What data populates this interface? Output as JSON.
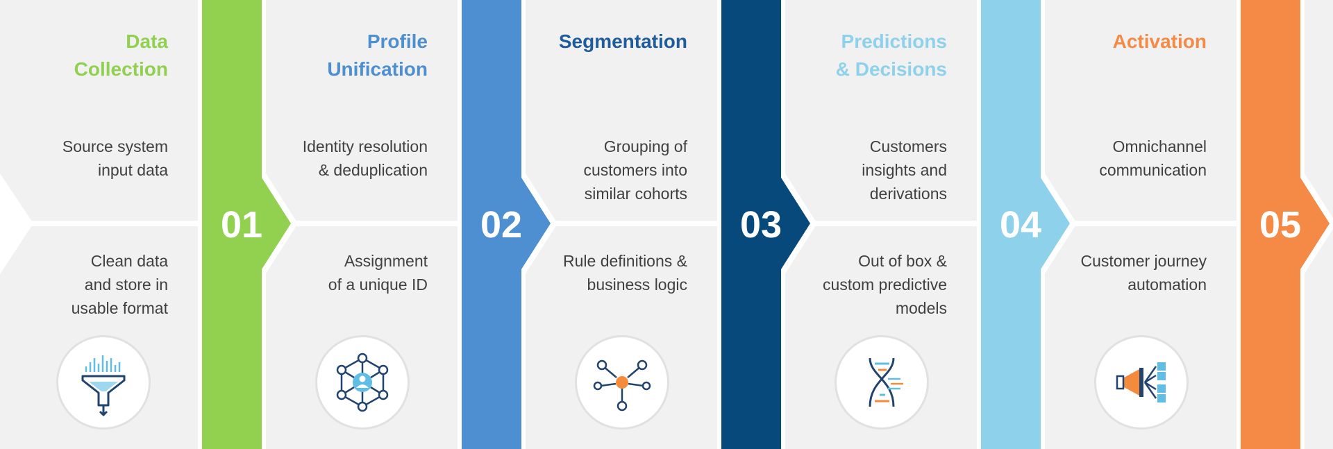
{
  "colors": {
    "panel": "#f1f1f1",
    "divider": "#ffffff",
    "text": "#404040",
    "icon_dark": "#21436e",
    "icon_light": "#5fbde6",
    "icon_orange": "#f48a3c"
  },
  "steps": [
    {
      "number": "01",
      "title_lines": [
        "Data",
        "Collection"
      ],
      "color": "#92d050",
      "title_color": "#92d050",
      "desc_top": "Source system\ninput data",
      "desc_bottom": "Clean data\nand store in\nusable format",
      "icon": "funnel-icon"
    },
    {
      "number": "02",
      "title_lines": [
        "Profile",
        "Unification"
      ],
      "color": "#4d8fd0",
      "title_color": "#4d8fd0",
      "desc_top": "Identity resolution\n& deduplication",
      "desc_bottom": "Assignment\nof a unique ID",
      "icon": "identity-network-icon"
    },
    {
      "number": "03",
      "title_lines": [
        "Segmentation"
      ],
      "color": "#07497b",
      "title_color": "#1f5c9b",
      "desc_top": "Grouping of\ncustomers into\nsimilar cohorts",
      "desc_bottom": "Rule definitions &\nbusiness logic",
      "icon": "segment-nodes-icon"
    },
    {
      "number": "04",
      "title_lines": [
        "Predictions",
        "& Decisions"
      ],
      "color": "#8ed1ea",
      "title_color": "#8ed1ea",
      "desc_top": "Customers\ninsights and\nderivations",
      "desc_bottom": "Out of box &\ncustom predictive\nmodels",
      "icon": "dna-icon"
    },
    {
      "number": "05",
      "title_lines": [
        "Activation"
      ],
      "color": "#f48a45",
      "title_color": "#f48a45",
      "desc_top": "Omnichannel\ncommunication",
      "desc_bottom": "Customer journey\nautomation",
      "icon": "megaphone-icon"
    }
  ]
}
